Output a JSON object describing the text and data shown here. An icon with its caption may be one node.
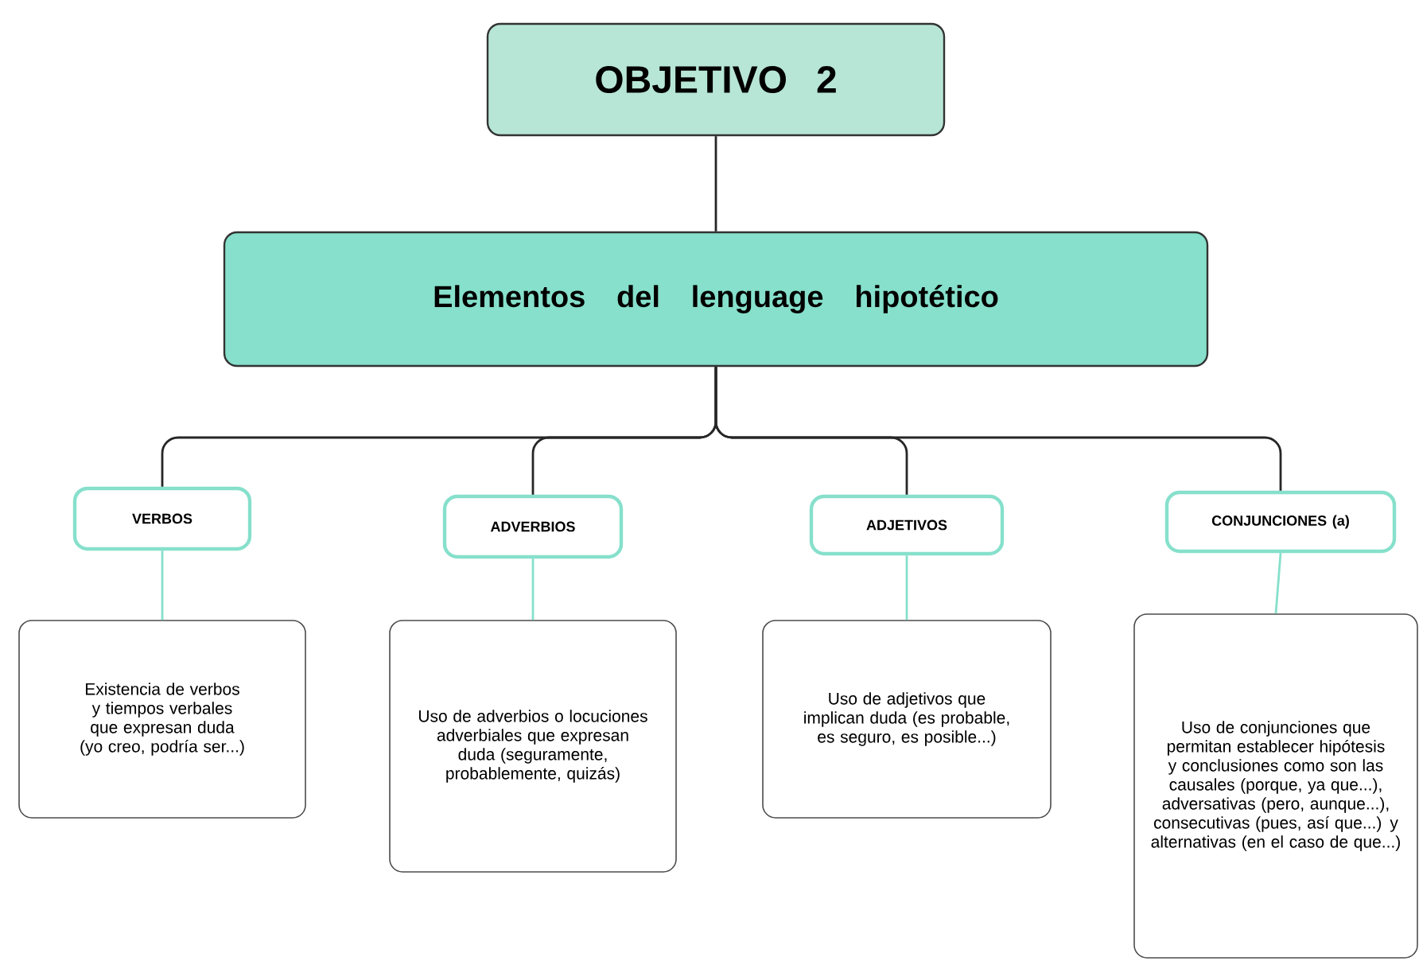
{
  "diagram": {
    "nodes": [
      {
        "text": [
          "OBJETIVO 2"
        ]
      },
      {
        "text": [
          "Elementos del lenguage hipotético"
        ]
      },
      {
        "text": [
          "VERBOS"
        ]
      },
      {
        "text": [
          "ADVERBIOS"
        ]
      },
      {
        "text": [
          "ADJETIVOS"
        ]
      },
      {
        "text": [
          "CONJUNCIONES (a)"
        ]
      },
      {
        "text": [
          "Existencia de verbos y tiempos verbales que expresan duda (yo creo, podría ser...)"
        ]
      },
      {
        "text": [
          "Uso de adverbios o locuciones adverbiales que expresan duda (seguramente, probablemente, quizás)"
        ]
      },
      {
        "text": [
          "Uso de adjetivos que implican duda (es probable, es seguro, es posible...)"
        ]
      },
      {
        "text": [
          "Uso de conjunciones que permitan establecer hipótesis y conclusiones como son las causales (porque, ya que...), adversativas (pero, aunque...), consecutivas (pues, así que...) y alternativas (en el caso de que...)"
        ]
      }
    ],
    "edges": [
      {
        "from": 0,
        "to": 1,
        "arrow": "none"
      },
      {
        "from": 1,
        "to": 2,
        "arrow": "none"
      },
      {
        "from": 1,
        "to": 3,
        "arrow": "none"
      },
      {
        "from": 1,
        "to": 4,
        "arrow": "none"
      },
      {
        "from": 1,
        "to": 5,
        "arrow": "none"
      },
      {
        "from": 2,
        "to": 6,
        "arrow": "none",
        "color": "#86e0cb"
      },
      {
        "from": 3,
        "to": 7,
        "arrow": "none",
        "color": "#86e0cb"
      },
      {
        "from": 4,
        "to": 8,
        "arrow": "none",
        "color": "#86e0cb"
      },
      {
        "from": 5,
        "to": 9,
        "arrow": "none",
        "color": "#86e0cb"
      }
    ]
  }
}
